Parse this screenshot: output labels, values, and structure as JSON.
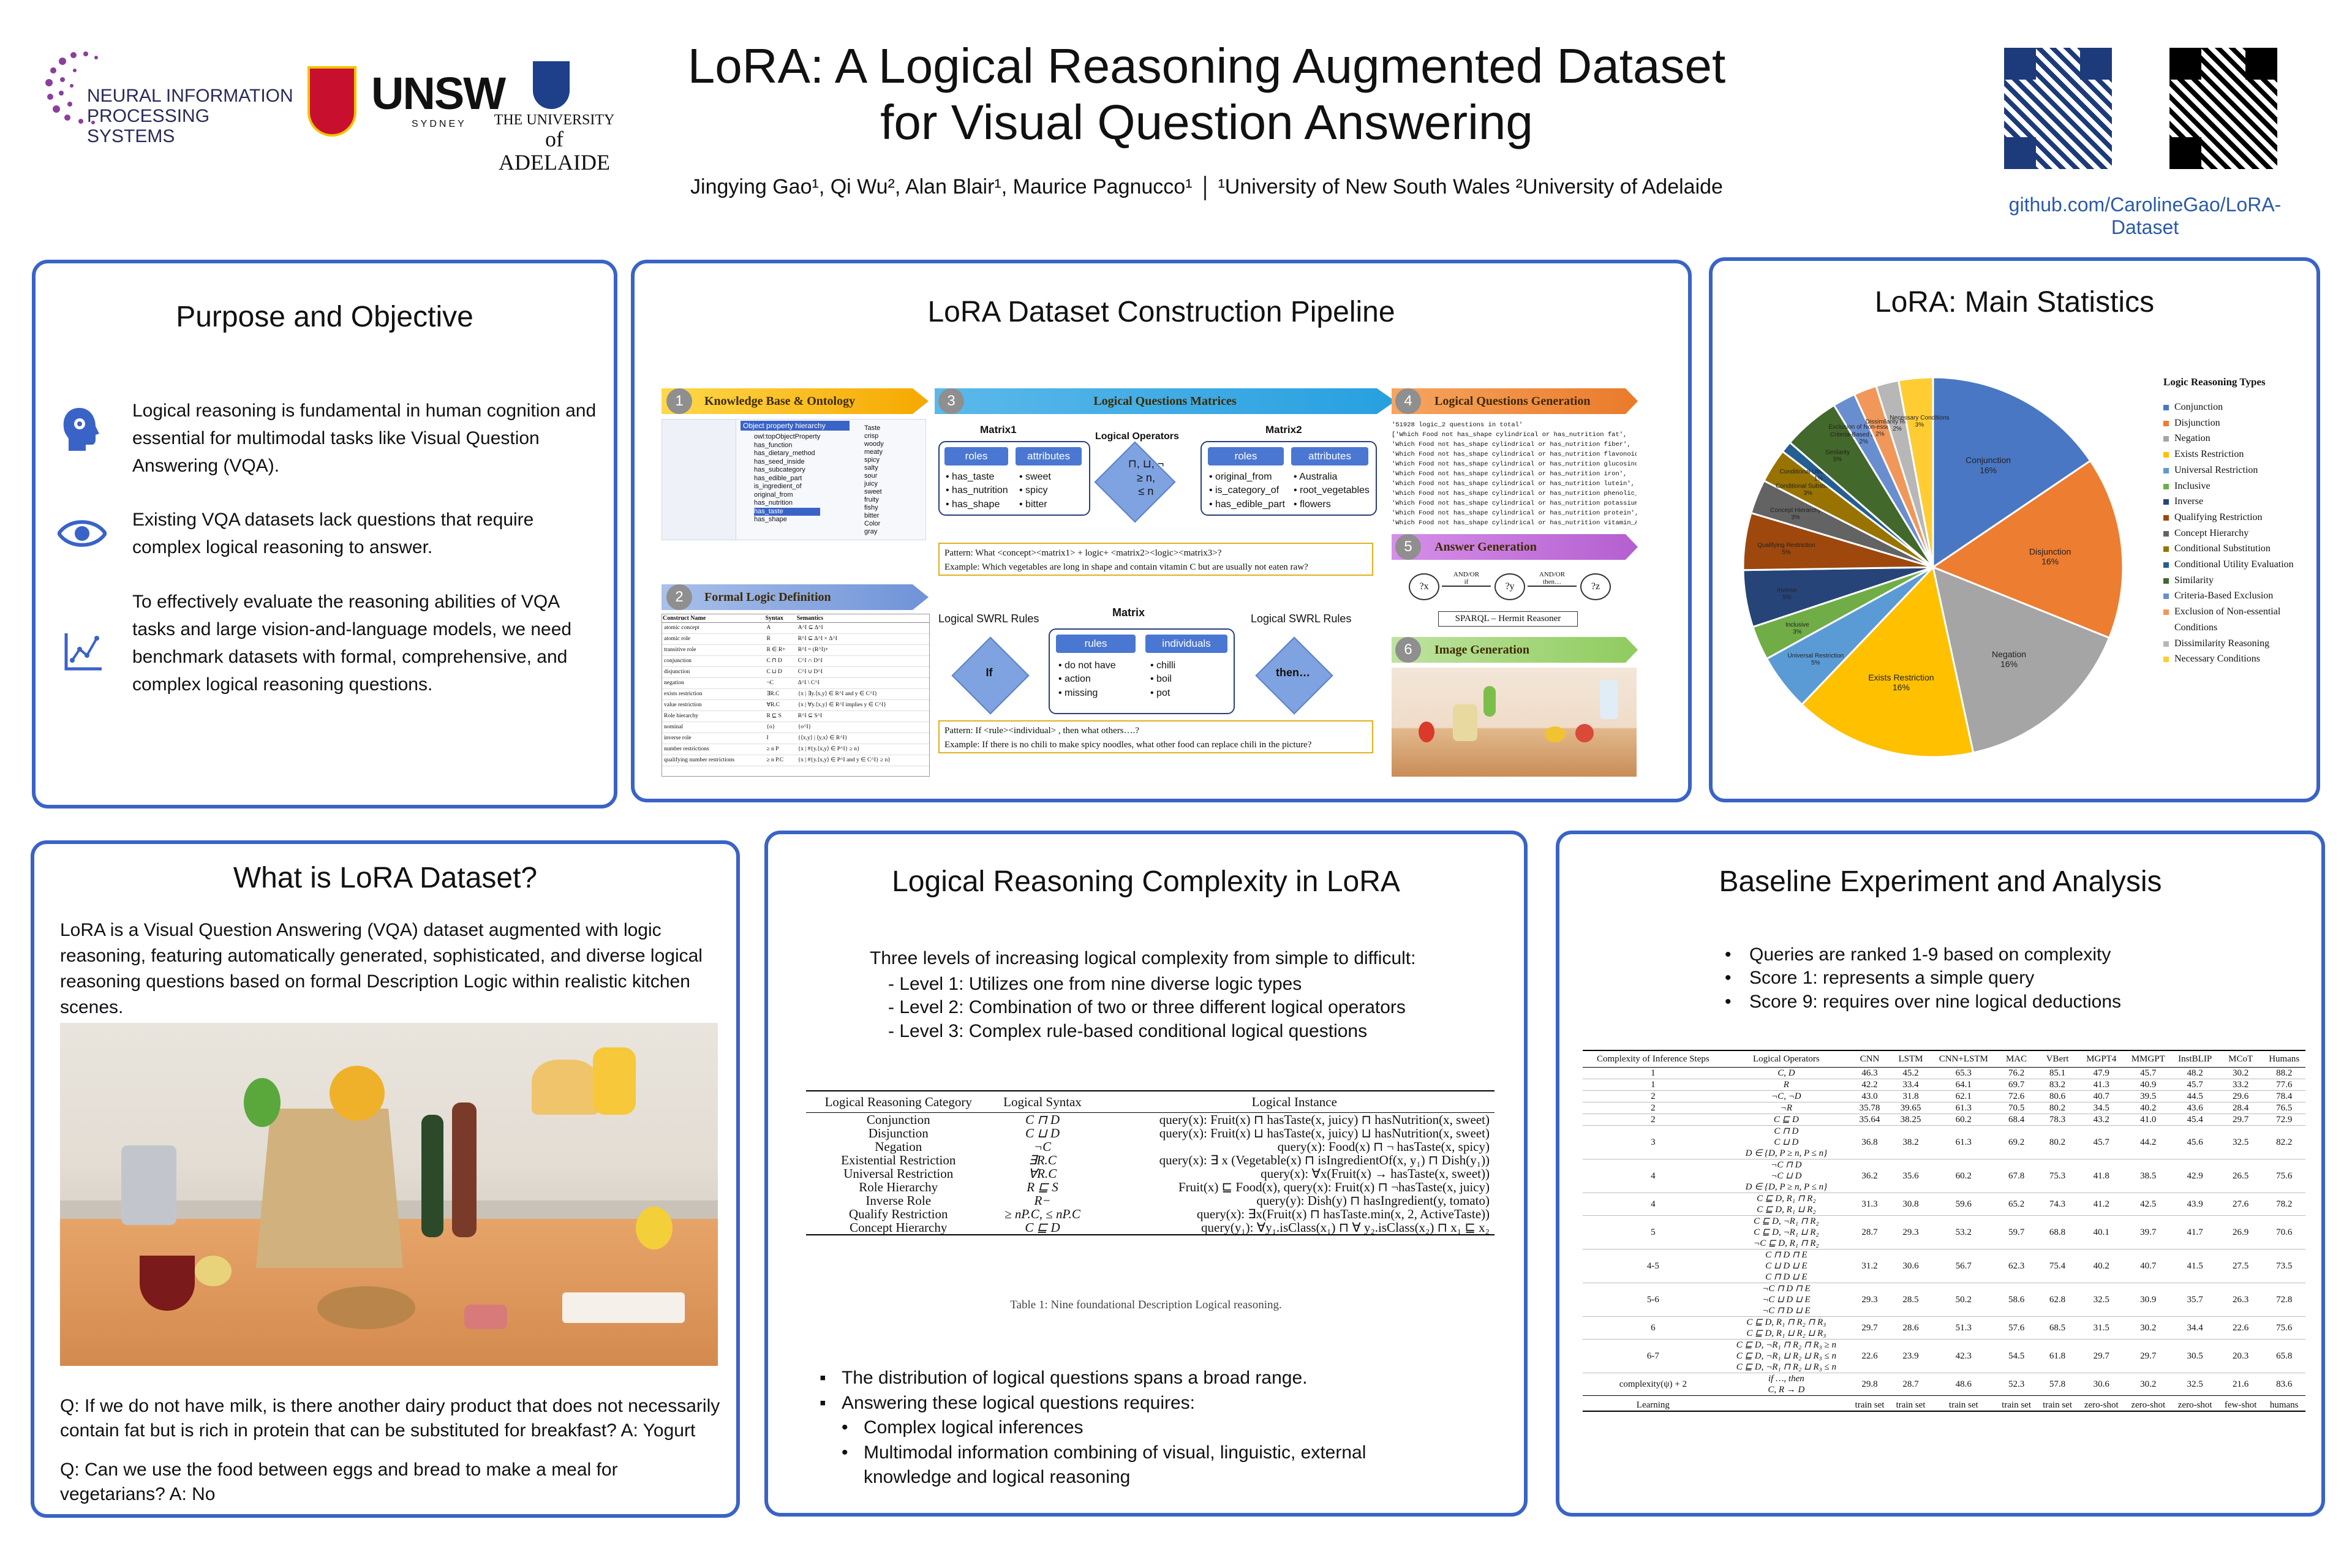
{
  "header": {
    "title_line1": "LoRA: A Logical Reasoning Augmented Dataset",
    "title_line2": "for Visual Question Answering",
    "authors": "Jingying Gao¹, Qi Wu², Alan Blair¹, Maurice Pagnucco¹",
    "affiliations": "¹University of New South Wales  ²University of Adelaide",
    "github": "github.com/CarolineGao/LoRA-Dataset",
    "logos": {
      "neurips_line1": "NEURAL INFORMATION",
      "neurips_line2": "PROCESSING SYSTEMS",
      "unsw": "UNSW",
      "unsw_sub": "SYDNEY",
      "adelaide_line1": "THE UNIVERSITY",
      "adelaide_line2": "of ADELAIDE"
    }
  },
  "purpose": {
    "title": "Purpose and Objective",
    "items": [
      {
        "icon": "brain-gear-icon",
        "text": "Logical reasoning is fundamental in human cognition and essential for multimodal tasks like Visual Question Answering (VQA)."
      },
      {
        "icon": "eye-icon",
        "text": "Existing VQA datasets lack questions that require complex logical reasoning to answer."
      },
      {
        "icon": "line-chart-icon",
        "text": "To effectively evaluate the reasoning abilities of VQA tasks and large vision-and-language models, we need benchmark datasets with formal, comprehensive, and complex logical reasoning questions."
      }
    ]
  },
  "pipeline": {
    "title": "LoRA Dataset Construction Pipeline",
    "steps": [
      {
        "num": "1",
        "label": "Knowledge Base & Ontology"
      },
      {
        "num": "2",
        "label": "Formal Logic Definition"
      },
      {
        "num": "3",
        "label": "Logical Questions Matrices"
      },
      {
        "num": "4",
        "label": "Logical Questions Generation"
      },
      {
        "num": "5",
        "label": "Answer Generation"
      },
      {
        "num": "6",
        "label": "Image Generation"
      }
    ],
    "ontology_header": "Object property hierarchy",
    "ontology_items": [
      "owl:topObjectProperty",
      "has_function",
      "has_dietary_method",
      "has_seed_inside",
      "has_subcategory",
      "has_edible_part",
      "is_ingredient_of",
      "original_from",
      "has_nutrition",
      "has_taste",
      "has_shape"
    ],
    "taste_items": [
      "Taste",
      "crisp",
      "woody",
      "meaty",
      "spicy",
      "salty",
      "sour",
      "juicy",
      "sweet",
      "fruity",
      "fishy",
      "bitter",
      "Color",
      "gray"
    ],
    "matrix1": {
      "title": "Matrix1",
      "h1": "roles",
      "h2": "attributes",
      "c1": [
        "has_taste",
        "has_nutrition",
        "has_shape"
      ],
      "c2": [
        "sweet",
        "spicy",
        "bitter"
      ]
    },
    "matrix2": {
      "title": "Matrix2",
      "h1": "roles",
      "h2": "attributes",
      "c1": [
        "original_from",
        "is_category_of",
        "has_edible_part"
      ],
      "c2": [
        "Australia",
        "root_vegetables",
        "flowers"
      ]
    },
    "operators_label": "Logical Operators",
    "operators_symbols": "⊓, ⊔, ¬\n≥ n,\n≤ n",
    "pattern1": [
      "Pattern: What <concept><matrix1> + logic+ <matrix2><logic><matrix3>?",
      "Example: Which vegetables are long in shape and contain vitamin C but are usually not eaten raw?"
    ],
    "swrl_left": "Logical SWRL Rules",
    "swrl_right": "Logical SWRL Rules",
    "matrix_label": "Matrix",
    "if_label": "If",
    "then_label": "then…",
    "matrix3": {
      "h1": "rules",
      "h2": "individuals",
      "c1": [
        "do not have",
        "action",
        "missing"
      ],
      "c2": [
        "chilli",
        "boil",
        "pot"
      ]
    },
    "pattern2": [
      "Pattern: If <rule><individual> , then what others….?",
      "Example: If there is no chili to make spicy noodles, what other food can replace chili in the picture?"
    ],
    "generated_questions": [
      "'51928 logic_2 questions in total'",
      "['Which Food not has_shape cylindrical or has_nutrition fat',",
      "'Which Food not has_shape cylindrical or has_nutrition fiber',",
      "'Which Food not has_shape cylindrical or has_nutrition flavonoids',",
      "'Which Food not has_shape cylindrical or has_nutrition glucosinolates',",
      "'Which Food not has_shape cylindrical or has_nutrition iron',",
      "'Which Food not has_shape cylindrical or has_nutrition lutein',",
      "'Which Food not has_shape cylindrical or has_nutrition phenolic_acids',",
      "'Which Food not has_shape cylindrical or has_nutrition potassium',",
      "'Which Food not has_shape cylindrical or has_nutrition protein',",
      "'Which Food not has_shape cylindrical or has_nutrition vitamin_A']"
    ],
    "answer_nodes": [
      "?x",
      "?y",
      "?z"
    ],
    "answer_edges": [
      "AND/OR\nif",
      "AND/OR\nthen…"
    ],
    "sparql": "SPARQL – Hermit Reasoner",
    "formal_logic_headers": [
      "Construct Name",
      "Syntax",
      "Semantics"
    ],
    "formal_logic_rows": [
      [
        "atomic concept",
        "A",
        "A^I ⊆ Δ^I"
      ],
      [
        "atomic role",
        "R",
        "R^I ⊆ Δ^I × Δ^I"
      ],
      [
        "transitive role",
        "R ∈ R+",
        "R^I = (R^I)+"
      ],
      [
        "conjunction",
        "C ⊓ D",
        "C^I ∩ D^I"
      ],
      [
        "disjunction",
        "C ⊔ D",
        "C^I ∪ D^I"
      ],
      [
        "negation",
        "¬C",
        "Δ^I \\ C^I"
      ],
      [
        "exists restriction",
        "∃R.C",
        "{x | ∃y.⟨x,y⟩ ∈ R^I and y ∈ C^I}"
      ],
      [
        "value restriction",
        "∀R.C",
        "{x | ∀y.⟨x,y⟩ ∈ R^I implies y ∈ C^I}"
      ],
      [
        "Role hierarchy",
        "R ⊑ S",
        "R^I ⊆ S^I"
      ],
      [
        "nominal",
        "{o}",
        "{o^I}"
      ],
      [
        "inverse role",
        "I",
        "{⟨x,y⟩ | ⟨y,x⟩ ∈ R^I}"
      ],
      [
        "number restrictions",
        "≥ n P",
        "{x | #{y.⟨x,y⟩ ∈ P^I} ≥ n}"
      ],
      [
        "qualifying number restrictions",
        "≥ n P.C",
        "{x | #{y.⟨x,y⟩ ∈ P^I and y ∈ C^I} ≥ n}"
      ]
    ]
  },
  "stats": {
    "title": "LoRA: Main Statistics",
    "legend_title": "Logic Reasoning Types",
    "slices": [
      {
        "name": "Conjunction",
        "pct": 16,
        "color": "#4a77c4"
      },
      {
        "name": "Disjunction",
        "pct": 16,
        "color": "#ed7d31"
      },
      {
        "name": "Negation",
        "pct": 16,
        "color": "#a5a5a5"
      },
      {
        "name": "Exists Restriction",
        "pct": 16,
        "color": "#ffc000"
      },
      {
        "name": "Universal Restriction",
        "pct": 5,
        "color": "#5b9bd5"
      },
      {
        "name": "Inclusive",
        "pct": 3,
        "color": "#70ad47"
      },
      {
        "name": "Inverse",
        "pct": 5,
        "color": "#264478"
      },
      {
        "name": "Qualifying Restriction",
        "pct": 5,
        "color": "#9e480e"
      },
      {
        "name": "Concept Hierarchy",
        "pct": 3,
        "color": "#636363"
      },
      {
        "name": "Conditional Substitution",
        "pct": 3,
        "color": "#997300"
      },
      {
        "name": "Conditional Utility Evaluation",
        "pct": 1,
        "color": "#255e91"
      },
      {
        "name": "Similarity",
        "pct": 5,
        "color": "#43682b"
      },
      {
        "name": "Criteria-Based Exclusion",
        "pct": 2,
        "color": "#698ed0"
      },
      {
        "name": "Exclusion of Non-essential Conditions",
        "pct": 2,
        "color": "#f1975a"
      },
      {
        "name": "Dissimilarity Reasoning",
        "pct": 2,
        "color": "#b7b7b7"
      },
      {
        "name": "Necessary Conditions",
        "pct": 3,
        "color": "#ffcd33"
      }
    ],
    "slice_labels": {
      "Conjunction": "Conjunction\n16%",
      "Disjunction": "Disjunction\n16%",
      "Negation": "Negation\n16%",
      "Exists Restriction": "Exists Restriction\n16%",
      "Universal Restriction": "Universal Restriction\n5%",
      "Inclusive": "Inclusive\n3%",
      "Inverse": "Inverse\n5%",
      "Qualifying Restriction": "Qualifying Restriction\n5%",
      "Similarity": "Similarity\n5%",
      "Concept Hierarchy": "Concept Hierarchy\n3%",
      "Conditional Substitution": "Conditional Substitution\n3%",
      "Conditional Utility Evaluation": "Conditional Utility Evaluation\n1%",
      "Criteria-Based Exclusion": "Criteria-Based Exclusion\n2%",
      "Exclusion of Non-essential Conditions": "Exclusion of Non-essential Conditions\n2%",
      "Dissimilarity Reasoning": "Dissimilarity Reasoning\n2%",
      "Necessary Conditions": "Necessary Conditions\n3%"
    }
  },
  "chart_data": {
    "type": "pie",
    "title": "",
    "legend_title": "Logic Reasoning Types",
    "legend_position": "right",
    "categories": [
      "Conjunction",
      "Disjunction",
      "Negation",
      "Exists Restriction",
      "Universal Restriction",
      "Inclusive",
      "Inverse",
      "Qualifying Restriction",
      "Concept Hierarchy",
      "Conditional Substitution",
      "Conditional Utility Evaluation",
      "Similarity",
      "Criteria-Based Exclusion",
      "Exclusion of Non-essential Conditions",
      "Dissimilarity Reasoning",
      "Necessary Conditions"
    ],
    "values": [
      16,
      16,
      16,
      16,
      5,
      3,
      5,
      5,
      3,
      3,
      1,
      5,
      2,
      2,
      2,
      3
    ]
  },
  "what": {
    "title": "What is LoRA Dataset?",
    "description": "LoRA is a Visual Question Answering (VQA) dataset augmented with logic reasoning, featuring automatically generated, sophisticated, and diverse logical reasoning questions based on formal Description Logic within realistic kitchen scenes.",
    "qa1": "Q: If we do not have milk, is there another dairy product that does not necessarily contain fat but is rich in protein that can be substituted for breakfast? A: Yogurt",
    "qa2": "Q: Can we use the food between eggs and bread to make a meal for vegetarians? A: No"
  },
  "complexity": {
    "title": "Logical Reasoning Complexity in LoRA",
    "intro": "Three levels of increasing logical complexity from simple to difficult:",
    "levels": [
      "- Level 1: Utilizes one from nine diverse logic types",
      "- Level 2: Combination of two or three different logical operators",
      "- Level 3: Complex rule-based conditional logical questions"
    ],
    "table_headers": [
      "Logical Reasoning Category",
      "Logical Syntax",
      "Logical Instance"
    ],
    "table_rows": [
      [
        "Conjunction",
        "C ⊓ D",
        "query(x): Fruit(x) ⊓ hasTaste(x, juicy) ⊓ hasNutrition(x, sweet)"
      ],
      [
        "Disjunction",
        "C ⊔ D",
        "query(x): Fruit(x) ⊔ hasTaste(x, juicy) ⊔ hasNutrition(x, sweet)"
      ],
      [
        "Negation",
        "¬C",
        "query(x): Food(x) ⊓ ¬ hasTaste(x, spicy)"
      ],
      [
        "Existential Restriction",
        "∃R.C",
        "query(x): ∃ x (Vegetable(x) ⊓ isIngredientOf(x, y₁) ⊓ Dish(y₁))"
      ],
      [
        "Universal Restriction",
        "∀R.C",
        "query(x): ∀x(Fruit(x) → hasTaste(x, sweet))"
      ],
      [
        "Role Hierarchy",
        "R ⊑ S",
        "Fruit(x) ⊑ Food(x), query(x): Fruit(x) ⊓ ¬hasTaste(x, juicy)"
      ],
      [
        "Inverse Role",
        "R−",
        "query(y): Dish(y) ⊓ hasIngredient(y, tomato)"
      ],
      [
        "Qualify Restriction",
        "≥ nP.C, ≤ nP.C",
        "query(x): ∃x(Fruit(x) ⊓ hasTaste.min(x, 2, ActiveTaste))"
      ],
      [
        "Concept Hierarchy",
        "C ⊑ D",
        "query(y₁): ∀y₁.isClass(x₁) ⊓ ∀ y₂.isClass(x₂) ⊓ x₁ ⊑ x₂"
      ]
    ],
    "caption": "Table 1: Nine foundational Description Logical reasoning.",
    "bullets": [
      "The distribution of logical questions spans a broad range.",
      "Answering these logical questions requires:"
    ],
    "sub_bullets": [
      "Complex logical inferences",
      "Multimodal information combining of visual, linguistic, external knowledge and logical reasoning"
    ]
  },
  "baseline": {
    "title": "Baseline Experiment and Analysis",
    "bullets": [
      "Queries are ranked 1-9 based on complexity",
      "Score 1: represents a simple query",
      "Score 9: requires over nine logical deductions"
    ],
    "headers": [
      "Complexity of Inference Steps",
      "Logical Operators",
      "CNN",
      "LSTM",
      "CNN+LSTM",
      "MAC",
      "VBert",
      "MGPT4",
      "MMGPT",
      "InstBLIP",
      "MCoT",
      "Humans"
    ],
    "rows": [
      [
        "1",
        "C, D",
        "46.3",
        "45.2",
        "65.3",
        "76.2",
        "85.1",
        "47.9",
        "45.7",
        "48.2",
        "30.2",
        "88.2"
      ],
      [
        "1",
        "R",
        "42.2",
        "33.4",
        "64.1",
        "69.7",
        "83.2",
        "41.3",
        "40.9",
        "45.7",
        "33.2",
        "77.6"
      ],
      [
        "2",
        "¬C, ¬D",
        "43.0",
        "31.8",
        "62.1",
        "72.6",
        "80.6",
        "40.7",
        "39.5",
        "44.5",
        "29.6",
        "78.4"
      ],
      [
        "2",
        "¬R",
        "35.78",
        "39.65",
        "61.3",
        "70.5",
        "80.2",
        "34.5",
        "40.2",
        "43.6",
        "28.4",
        "76.5"
      ],
      [
        "2",
        "C ⊑ D",
        "35.64",
        "38.25",
        "60.2",
        "68.4",
        "78.3",
        "43.2",
        "41.0",
        "45.4",
        "29.7",
        "72.9"
      ],
      [
        "3",
        "C ⊓ D\nC ⊔ D\nD ∈ {D, P ≥ n, P ≤ n}",
        "36.8",
        "38.2",
        "61.3",
        "69.2",
        "80.2",
        "45.7",
        "44.2",
        "45.6",
        "32.5",
        "82.2"
      ],
      [
        "4",
        "¬C ⊓ D\n¬C ⊔ D\nD ∈ {D, P ≥ n, P ≤ n}",
        "36.2",
        "35.6",
        "60.2",
        "67.8",
        "75.3",
        "41.8",
        "38.5",
        "42.9",
        "26.5",
        "75.6"
      ],
      [
        "4",
        "C ⊑ D, R₁ ⊓ R₂\nC ⊑ D, R₁ ⊔ R₂",
        "31.3",
        "30.8",
        "59.6",
        "65.2",
        "74.3",
        "41.2",
        "42.5",
        "43.9",
        "27.6",
        "78.2"
      ],
      [
        "5",
        "C ⊑ D, ¬R₁ ⊓ R₂\nC ⊑ D, ¬R₁ ⊔ R₂\n¬C ⊑ D, R₁ ⊓ R₂",
        "28.7",
        "29.3",
        "53.2",
        "59.7",
        "68.8",
        "40.1",
        "39.7",
        "41.7",
        "26.9",
        "70.6"
      ],
      [
        "4-5",
        "C ⊓ D ⊓ E\nC ⊔ D ⊔ E\nC ⊓ D ⊔ E",
        "31.2",
        "30.6",
        "56.7",
        "62.3",
        "75.4",
        "40.2",
        "40.7",
        "41.5",
        "27.5",
        "73.5"
      ],
      [
        "5-6",
        "¬C ⊓ D ⊓ E\n¬C ⊔ D ⊔ E\n¬C ⊓ D ⊔ E",
        "29.3",
        "28.5",
        "50.2",
        "58.6",
        "62.8",
        "32.5",
        "30.9",
        "35.7",
        "26.3",
        "72.8"
      ],
      [
        "6",
        "C ⊑ D, R₁ ⊓ R₂ ⊓ R₃\nC ⊑ D, R₁ ⊔ R₂ ⊔ R₃",
        "29.7",
        "28.6",
        "51.3",
        "57.6",
        "68.5",
        "31.5",
        "30.2",
        "34.4",
        "22.6",
        "75.6"
      ],
      [
        "6-7",
        "C ⊑ D, ¬R₁ ⊓ R₂ ⊓ R₃ ≥ n\nC ⊑ D, ¬R₁ ⊔ R₂ ⊔ R₃ ≤ n\nC ⊑ D, ¬R₁ ⊓ R₂ ⊔ R₃ ≤ n",
        "22.6",
        "23.9",
        "42.3",
        "54.5",
        "61.8",
        "29.7",
        "29.7",
        "30.5",
        "20.3",
        "65.8"
      ],
      [
        "complexity(ψ) + 2",
        "if …, then\nC, R → D",
        "29.8",
        "28.7",
        "48.6",
        "52.3",
        "57.8",
        "30.6",
        "30.2",
        "32.5",
        "21.6",
        "83.6"
      ],
      [
        "Learning",
        "",
        "train set",
        "train set",
        "train set",
        "train set",
        "train set",
        "zero-shot",
        "zero-shot",
        "zero-shot",
        "few-shot",
        "humans"
      ]
    ]
  }
}
